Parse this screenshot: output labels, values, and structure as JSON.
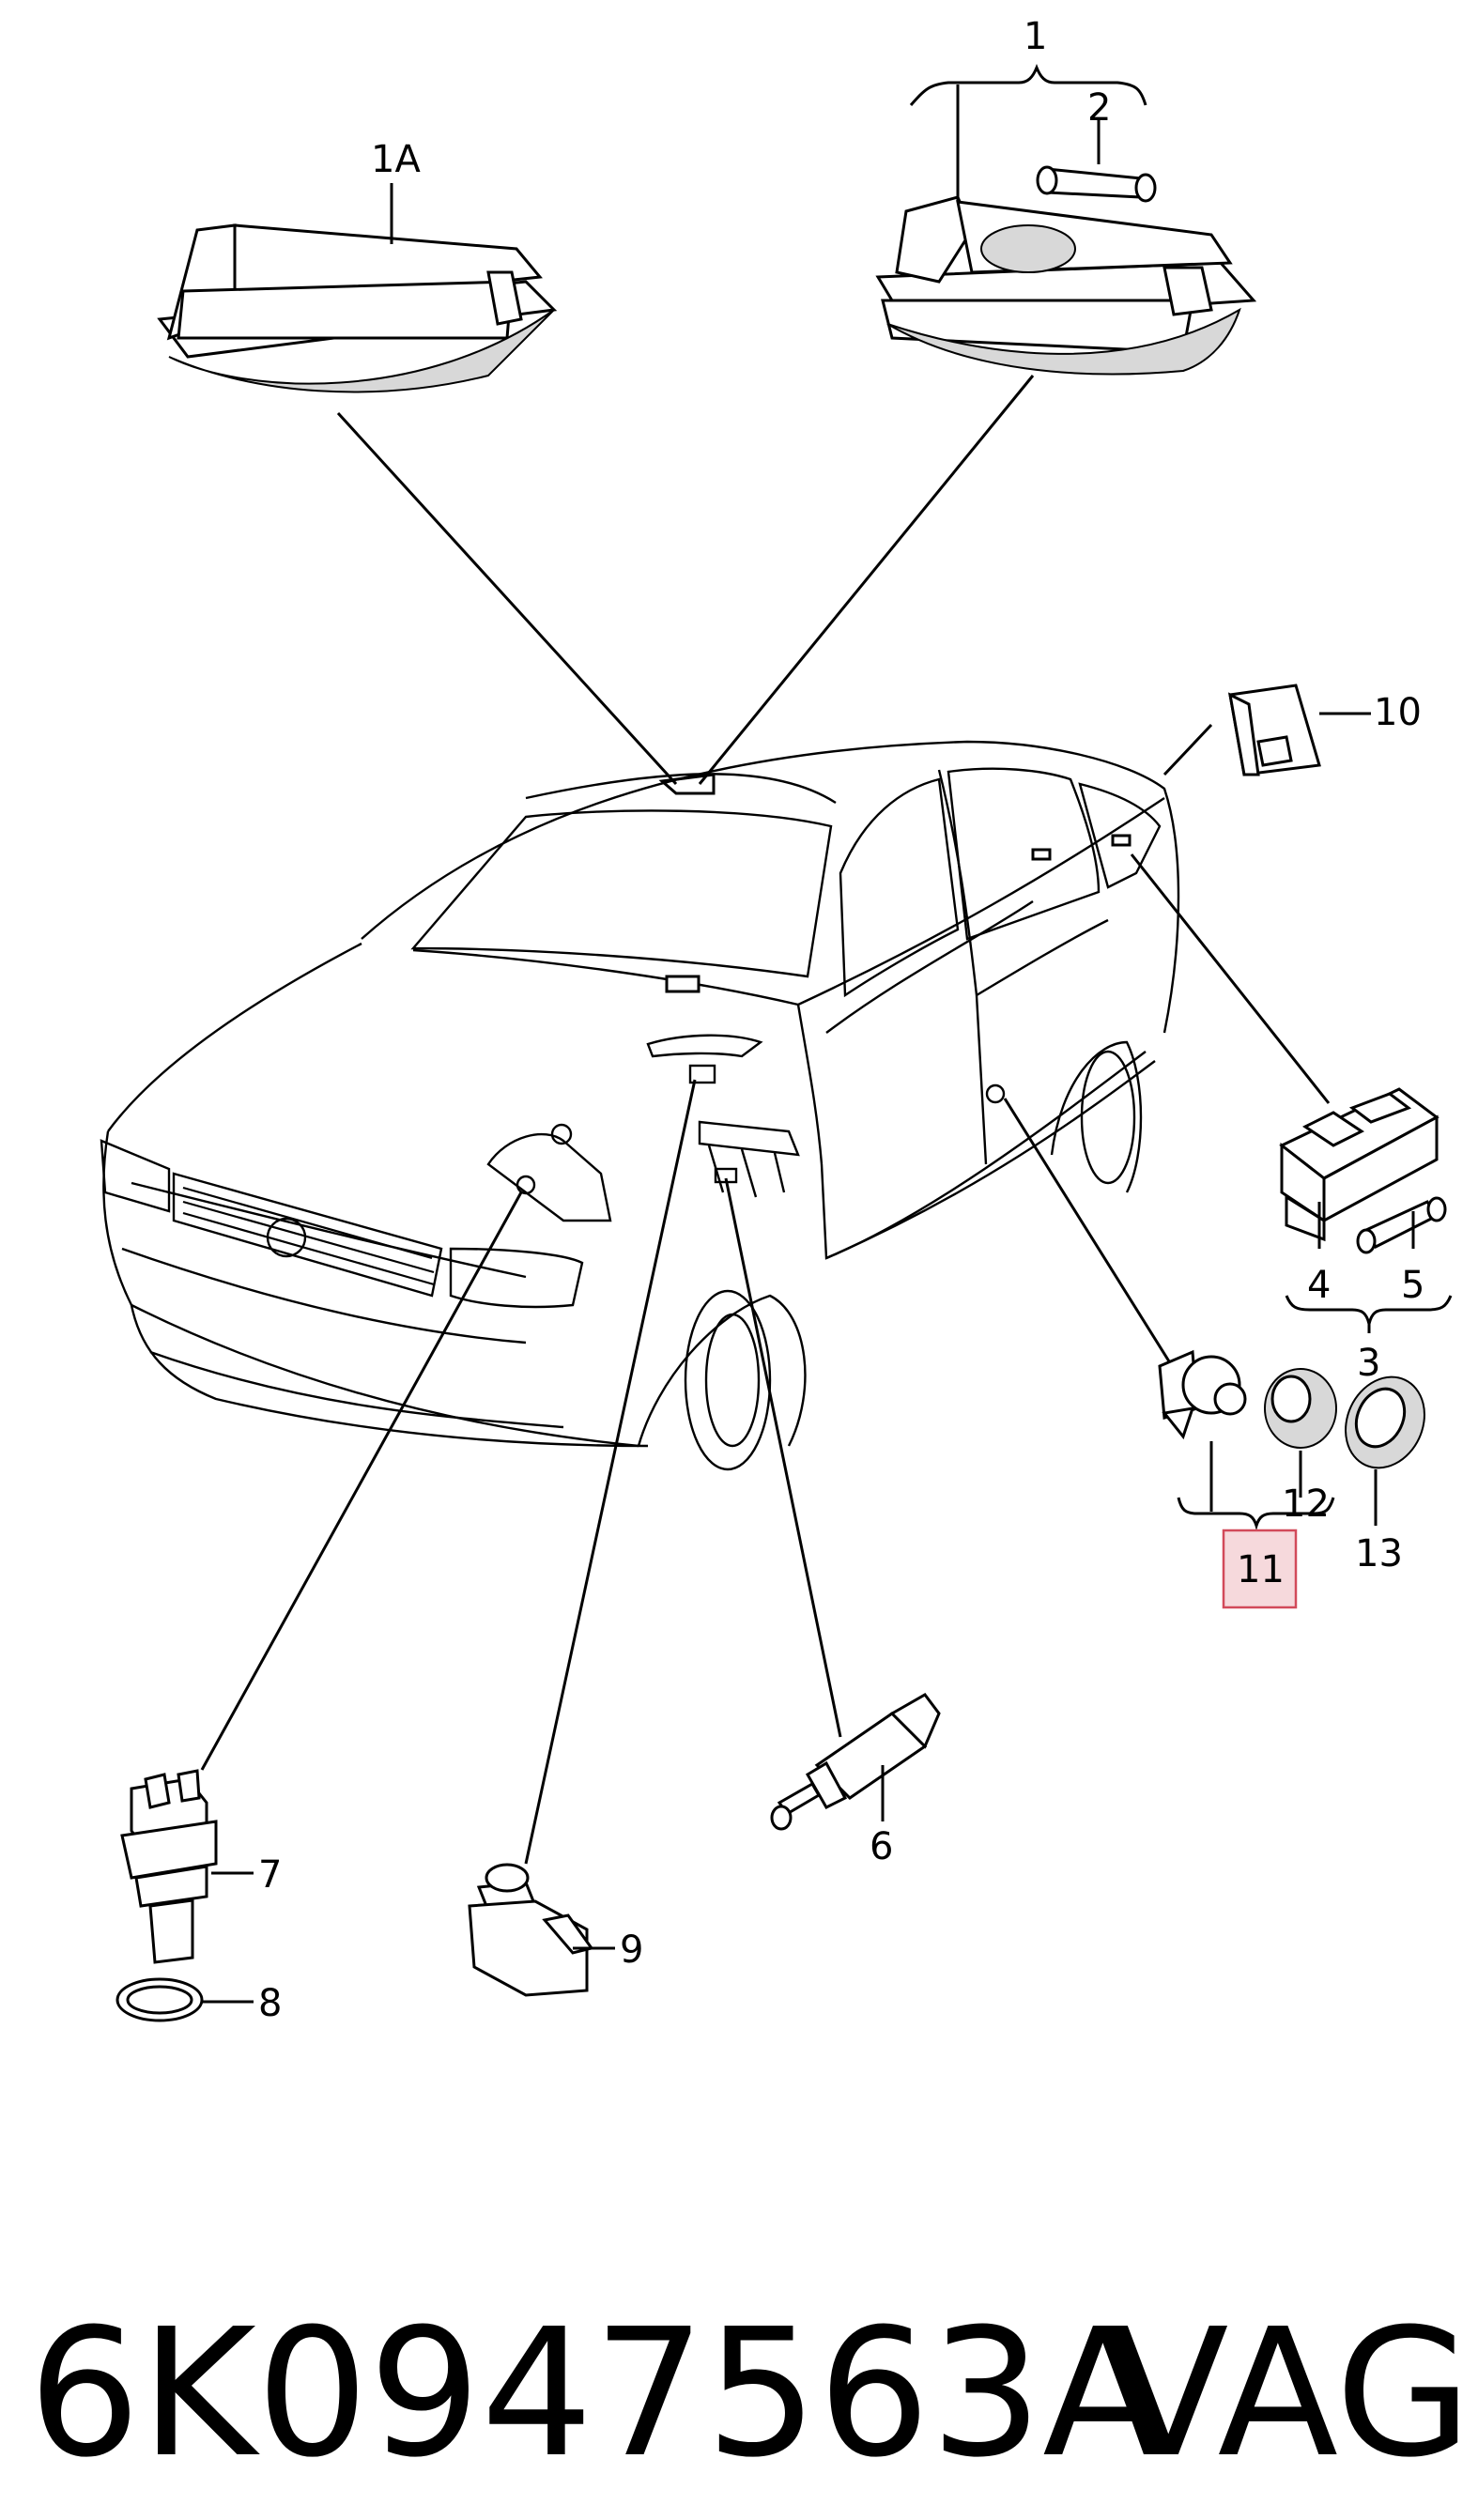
{
  "callouts": {
    "c1": "1",
    "c1A": "1A",
    "c2": "2",
    "c3": "3",
    "c4": "4",
    "c5": "5",
    "c6": "6",
    "c7": "7",
    "c8": "8",
    "c9": "9",
    "c10": "10",
    "c11": "11",
    "c12": "12",
    "c13": "13"
  },
  "highlight": {
    "callout": "11",
    "color": "#d24a5a"
  },
  "caption": {
    "part_number": "6K0947563A",
    "brand": "VAG"
  }
}
